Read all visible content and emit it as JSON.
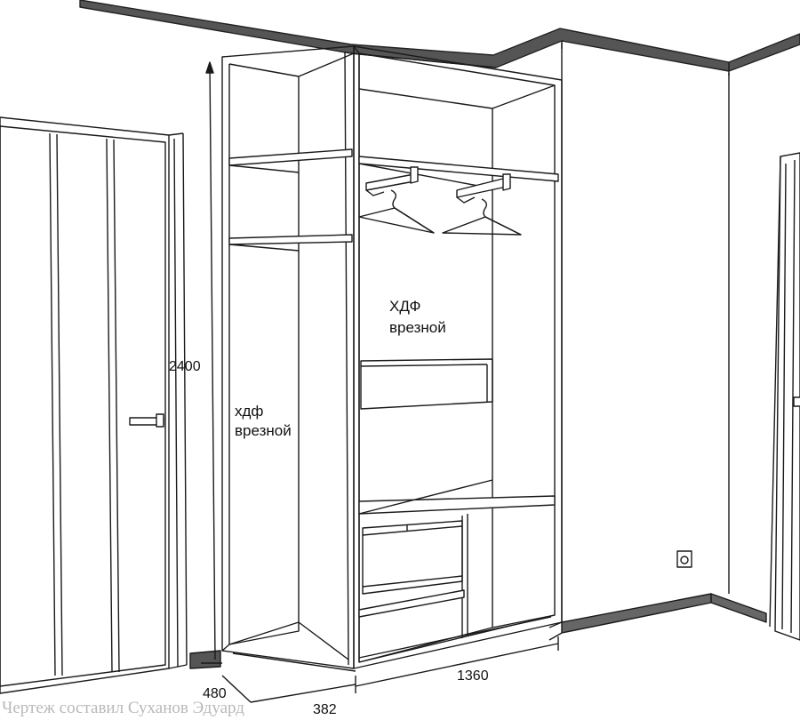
{
  "dimensions": {
    "height": "2400",
    "depth_left": "480",
    "depth_corner": "382",
    "width": "1360"
  },
  "annotations": {
    "left_panel_line1": "хдф",
    "left_panel_line2": "врезной",
    "back_panel_line1": "ХДФ",
    "back_panel_line2": "врезной"
  },
  "credit": "Чертеж составил Суханов Эдуард",
  "colors": {
    "line": "#1a1a1a",
    "molding": "#444444",
    "background": "#ffffff"
  }
}
